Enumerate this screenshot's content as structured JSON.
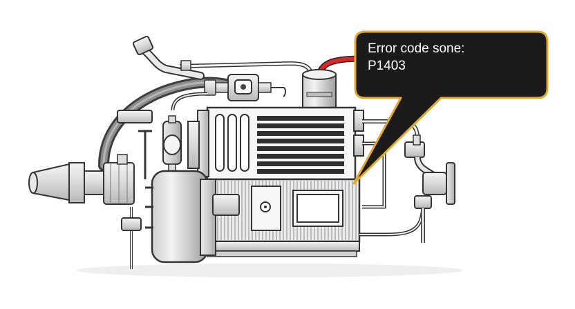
{
  "callout": {
    "title": "Error code sone:",
    "code": "P1403",
    "fill_color": "#1b1b1b",
    "border_color": "#e3a92c"
  },
  "diagram": {
    "subject": "engine-module-illustration",
    "highlight_hose_color": "#d8262a"
  }
}
